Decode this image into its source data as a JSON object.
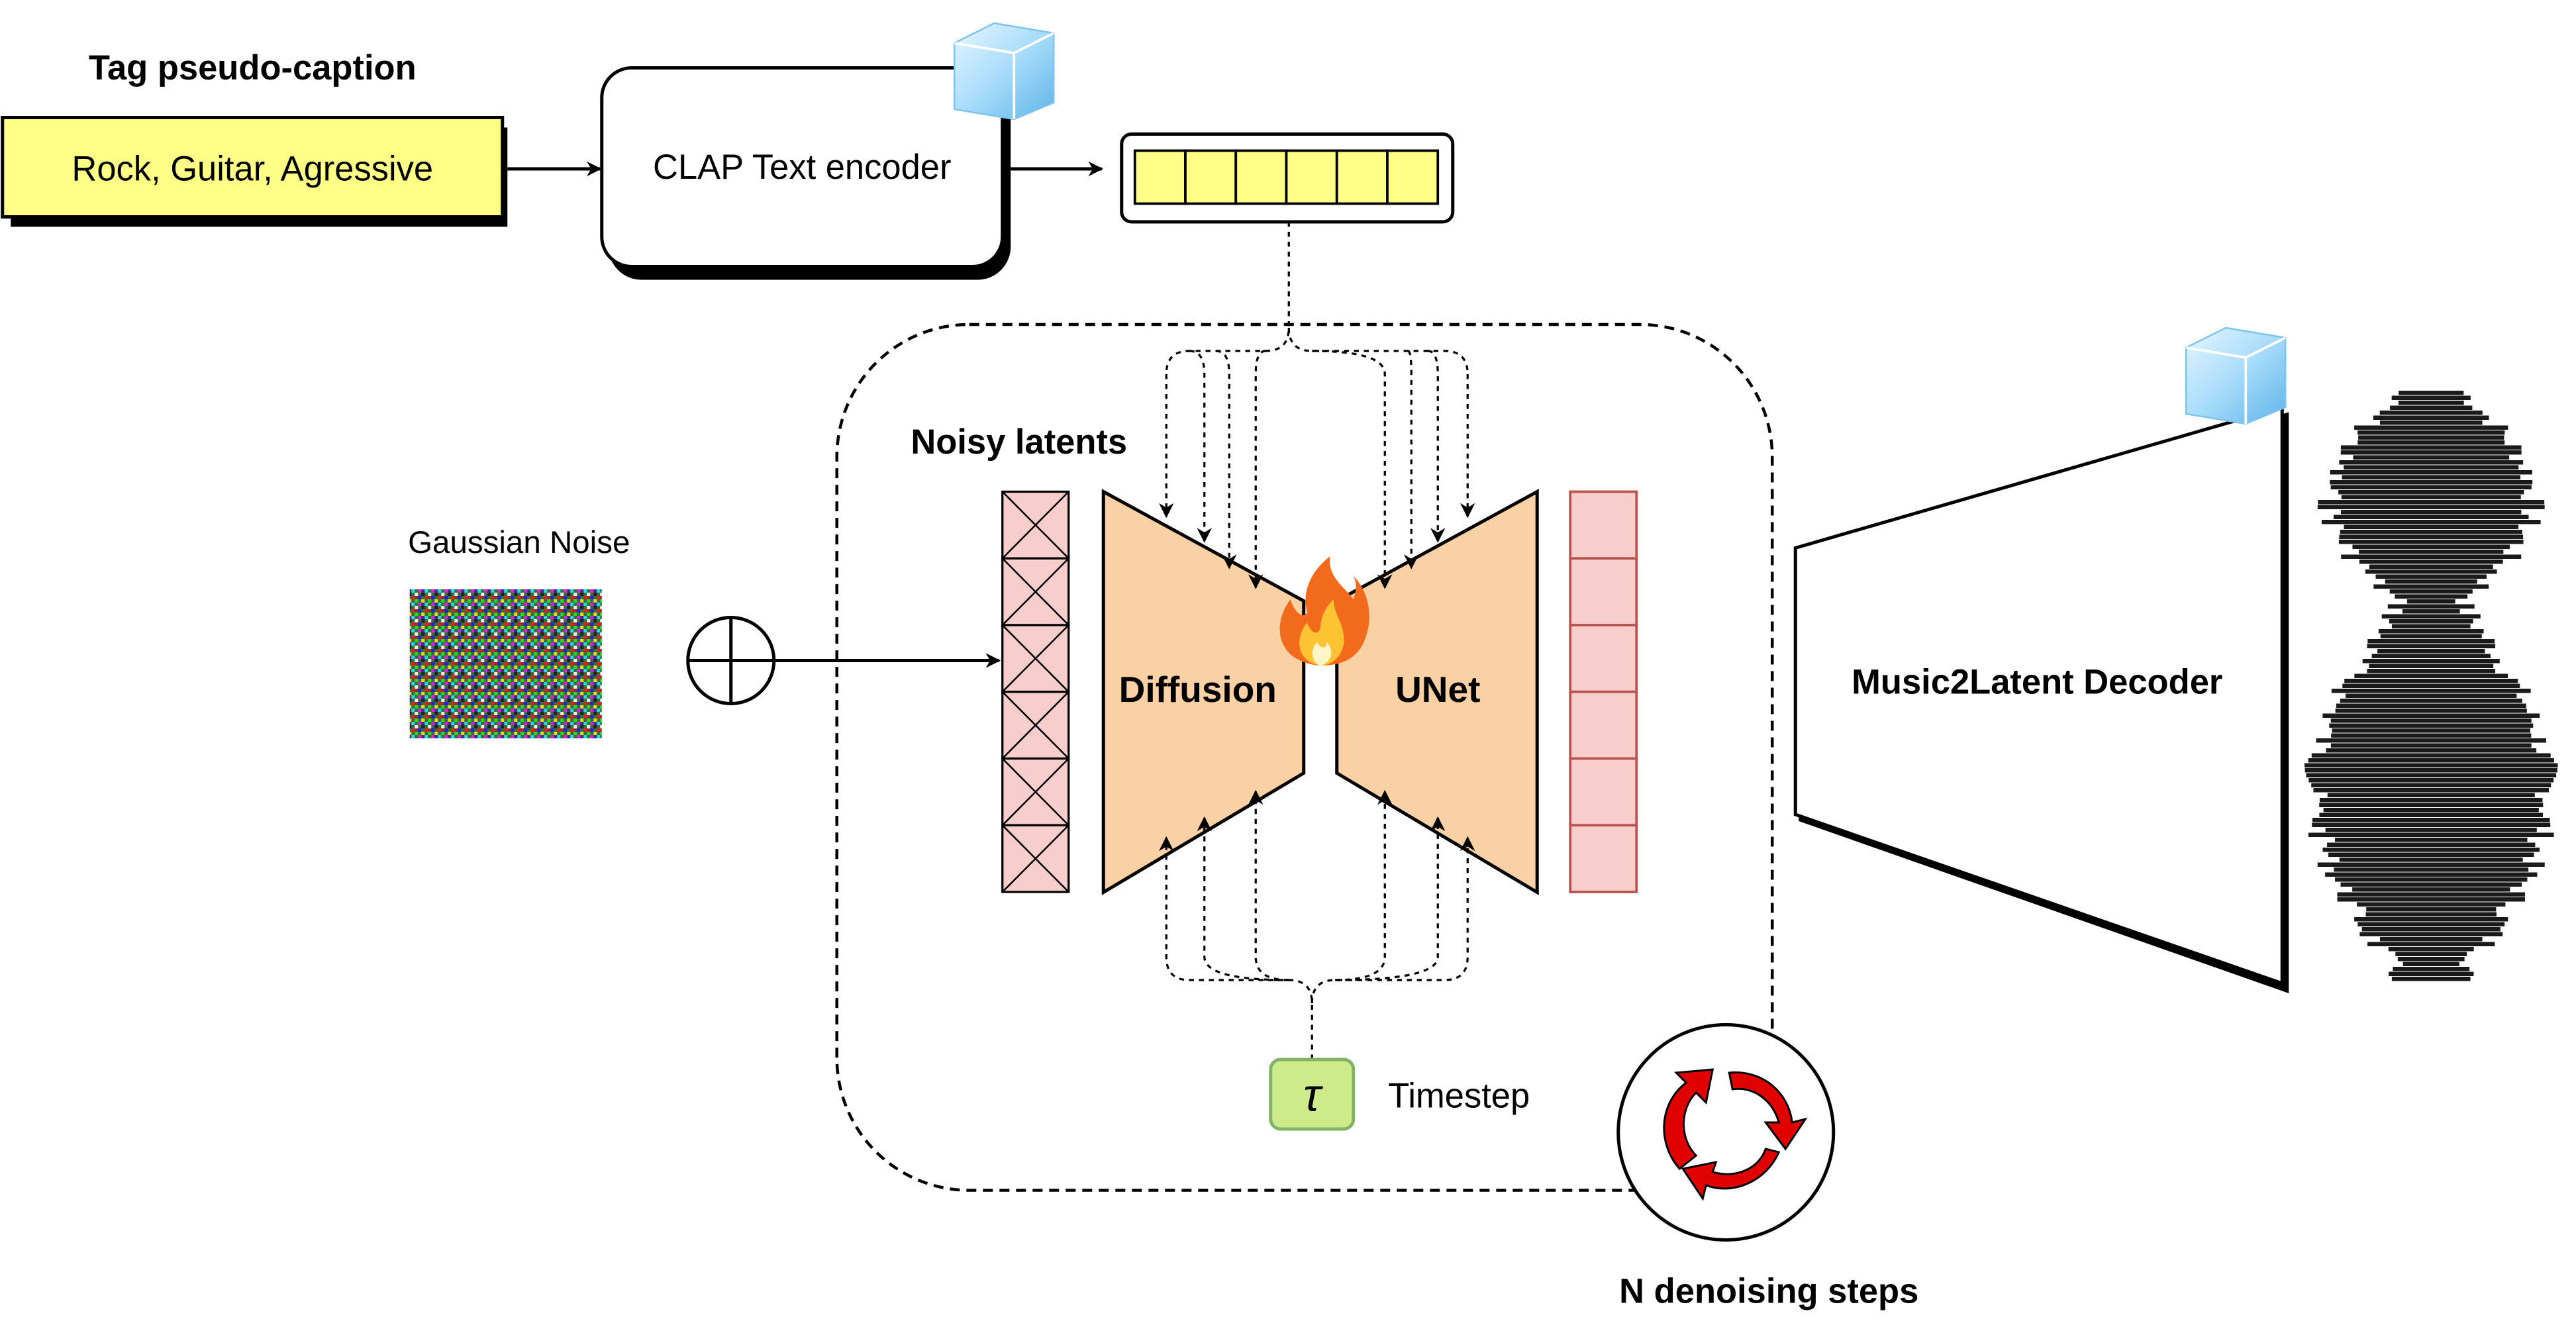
{
  "tag_caption": {
    "title": "Tag pseudo-caption",
    "text": "Rock, Guitar, Agressive"
  },
  "clap_encoder": {
    "label": "CLAP Text encoder",
    "frozen_icon": "ice-cube-icon"
  },
  "embedding": {
    "cells": 6
  },
  "noisy_latents": {
    "title": "Noisy latents",
    "cells": 6
  },
  "gaussian_noise": {
    "label": "Gaussian Noise",
    "icon": "noise-image"
  },
  "add_symbol": {
    "icon": "circle-plus-icon"
  },
  "unet": {
    "left_label": "Diffusion",
    "right_label": "UNet",
    "trainable_icon": "fire-icon"
  },
  "output_latents": {
    "cells": 6
  },
  "timestep": {
    "symbol": "τ",
    "label": "Timestep"
  },
  "denoising": {
    "label": "N denoising steps",
    "icon": "cycle-arrows-icon"
  },
  "decoder": {
    "label": "Music2Latent Decoder",
    "frozen_icon": "ice-cube-icon"
  },
  "waveform": {
    "icon": "waveform-icon"
  },
  "colors": {
    "caption_fill": "#ffff88",
    "embed_fill": "#ffff88",
    "latent_fill": "#f8cecc",
    "latent_stroke": "#b85450",
    "unet_fill": "#fad0a5",
    "timestep_fill": "#cdeb8b",
    "timestep_stroke": "#82b366",
    "cycle_red": "#e00000"
  }
}
